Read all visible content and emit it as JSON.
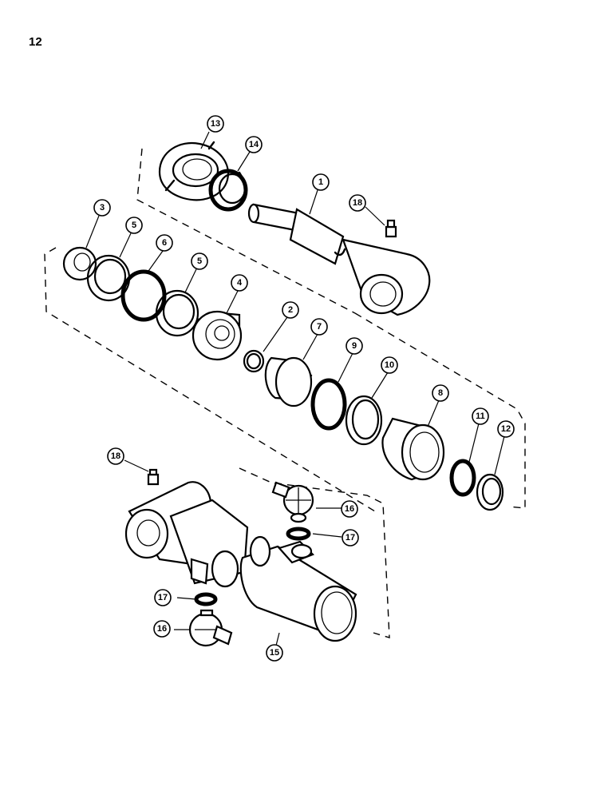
{
  "page_number": "12",
  "callouts": [
    "1",
    "2",
    "3",
    "4",
    "5",
    "5",
    "6",
    "7",
    "8",
    "9",
    "10",
    "11",
    "12",
    "13",
    "14",
    "15",
    "16",
    "16",
    "17",
    "17",
    "18",
    "18"
  ]
}
